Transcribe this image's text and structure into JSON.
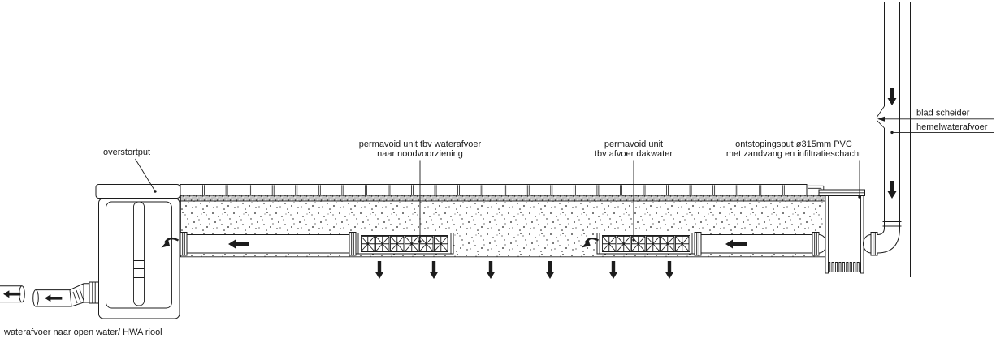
{
  "drawing": {
    "callouts": {
      "overstortput": "overstortput",
      "permavoid_emergency": {
        "line1": "permavoid unit tbv waterafvoer",
        "line2": "naar noodvoorziening"
      },
      "permavoid_roof": {
        "line1": "permavoid unit",
        "line2": "tbv afvoer dakwater"
      },
      "ontstopingsput": {
        "line1": "ontstopingsput ø315mm PVC",
        "line2": "met zandvang en infiltratieschacht"
      },
      "blad_scheider": "blad scheider",
      "hemelwaterafvoer": "hemelwaterafvoer",
      "outlet": "waterafvoer naar open water/ HWA riool"
    },
    "colors": {
      "line": "#1c1c1c",
      "background": "#ffffff",
      "bedding_gray": "#c6c6c6"
    }
  }
}
